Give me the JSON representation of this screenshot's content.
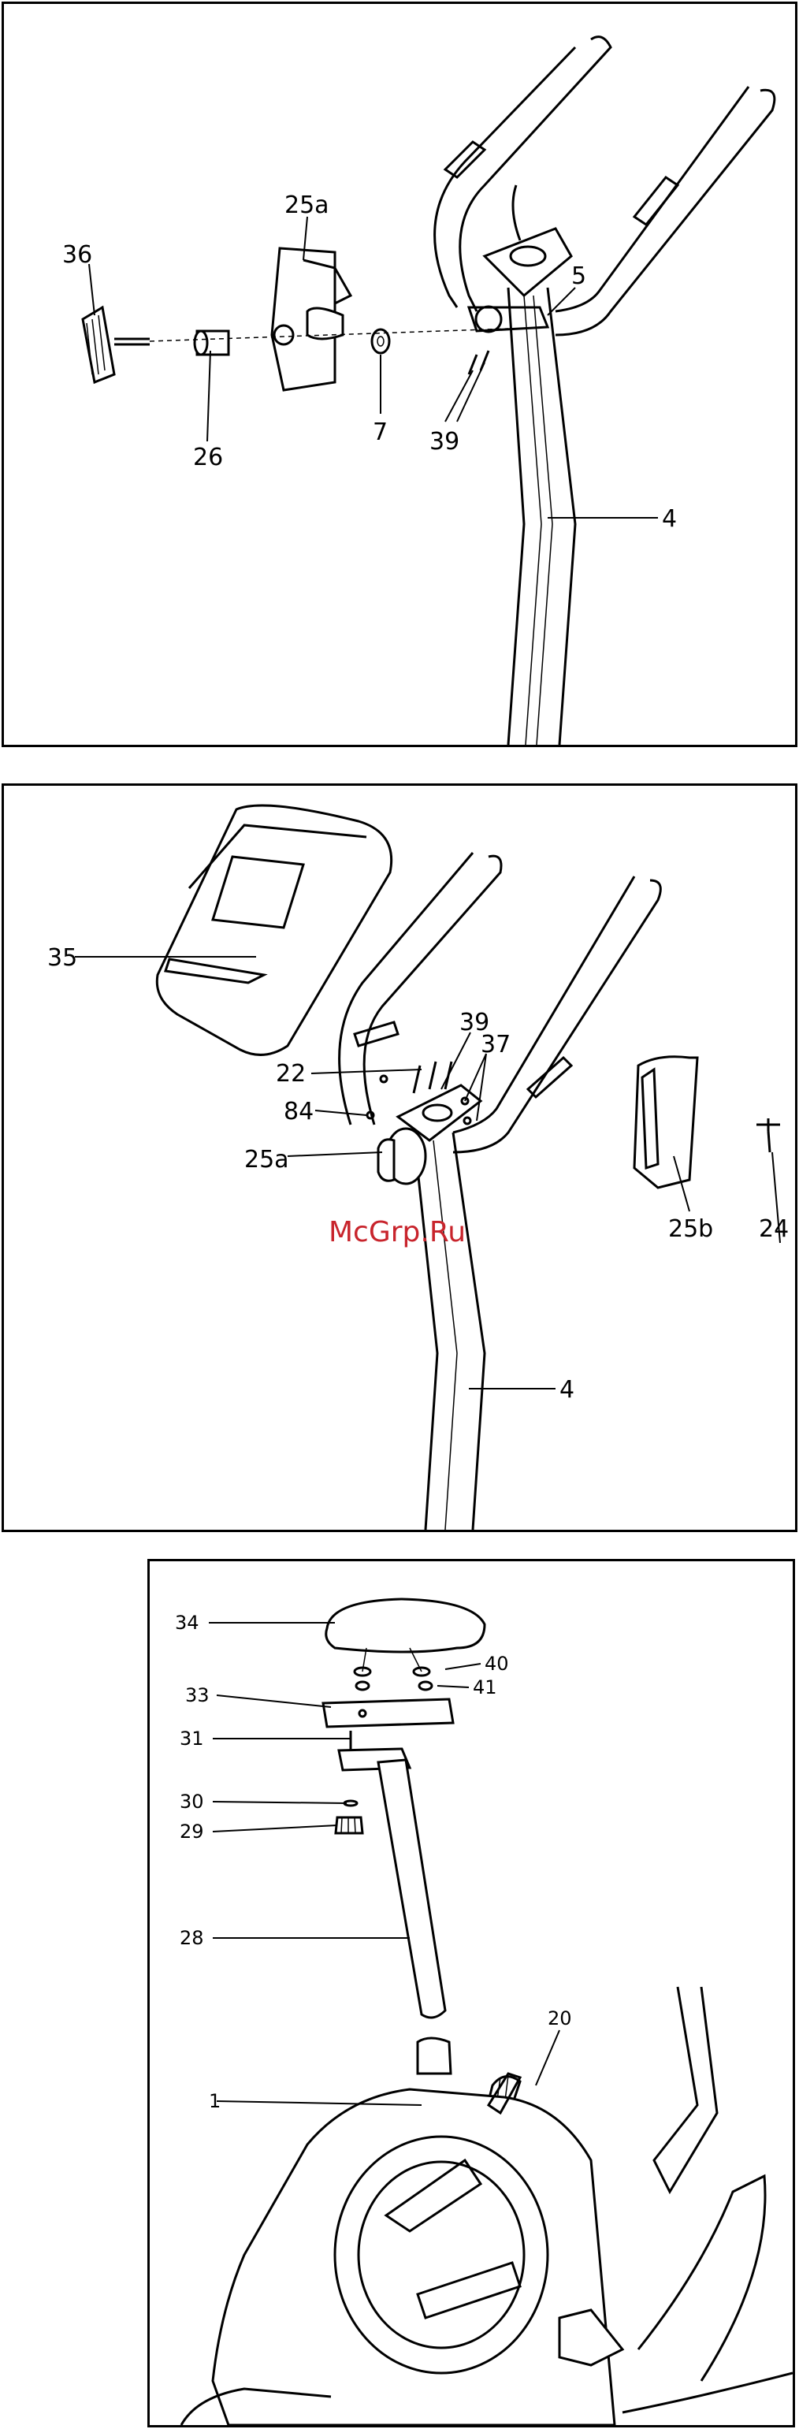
{
  "panel1": {
    "labels": {
      "p36": "36",
      "p25a": "25a",
      "p26": "26",
      "p7": "7",
      "p5": "5",
      "p39": "39",
      "p4": "4"
    }
  },
  "panel2": {
    "labels": {
      "p35": "35",
      "p39": "39",
      "p37": "37",
      "p22": "22",
      "p84": "84",
      "p25a": "25a",
      "p25b": "25b",
      "p24": "24",
      "p4": "4"
    },
    "watermark": "McGrp.Ru",
    "watermark_color": "#c8242c"
  },
  "panel3": {
    "labels": {
      "p34": "34",
      "p40": "40",
      "p33": "33",
      "p41": "41",
      "p31": "31",
      "p30": "30",
      "p29": "29",
      "p28": "28",
      "p20": "20",
      "p1": "1"
    }
  }
}
